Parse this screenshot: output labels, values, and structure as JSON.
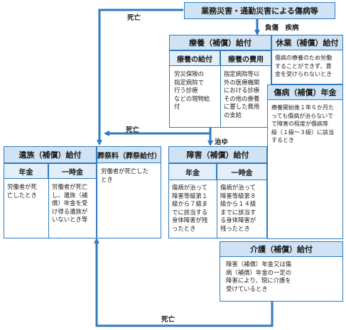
{
  "top_box": {
    "label": "業務災害・通勤災害による傷病等"
  },
  "edge_labels": {
    "death_top": "死亡",
    "injury_illness": "負傷　疾病",
    "death_middle": "死亡",
    "cured": "治ゆ",
    "death_bottom": "死亡"
  },
  "medical": {
    "title": "療養（補償）給付",
    "benefit_in_kind": {
      "title": "療養の給付",
      "text": "労災保険の\n指定病院で\n行う診療\nなどの現物給\n付"
    },
    "cost": {
      "title": "療養の費用",
      "text": "指定病院等以\n外の医療機関\nにおける診療\nその他の療養\nに要した費用\nの支給"
    }
  },
  "absence": {
    "title": "休業（補償）給付",
    "text": "傷病の療養のため労働\nすることができず、賃\n金を受けられないとき"
  },
  "sickness_pension": {
    "title": "傷病（補償）年金",
    "text": "療養開始後１年６か月た\nっても傷病が治らないで\nで障害の程度が傷病等\n級（１級〜３級）に該当\nするとき"
  },
  "survivor": {
    "title": "遺族（補償）給付",
    "pension": {
      "title": "年金",
      "text": "労働者が死\n亡したとき"
    },
    "lump_sum": {
      "title": "一時金",
      "text": "労働者が死亡\nし、遺族（補\n償）年金を受\nけ得る遺族が\nいないとき等"
    }
  },
  "funeral": {
    "title": "葬祭料（葬祭給付）",
    "text": "労働者が死亡した\nとき"
  },
  "disability": {
    "title": "障害（補償）給付",
    "pension": {
      "title": "年金",
      "text": "傷病が治って\n障害等級第１\n級から７級ま\nでに該当する\n身体障害が残\nったとき"
    },
    "lump_sum": {
      "title": "一時金",
      "text": "傷病が治って\n障害等級第８\n級から１４級\nまでに該当す\nる身体障害が\n残ったとき"
    }
  },
  "care": {
    "title": "介護（補償）給付",
    "text": "障害（補償）年金又は傷\n病（補償）年金の一定の\n障害により、現に介護を\n受けているとき"
  },
  "colors": {
    "line": "#2e7bbf",
    "header_fill": "#cfe3f4",
    "sub_fill": "#e2eef9"
  }
}
